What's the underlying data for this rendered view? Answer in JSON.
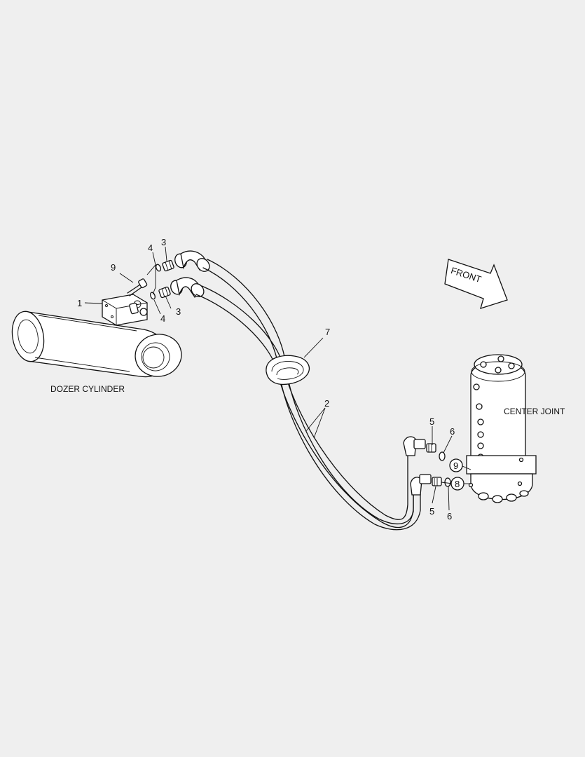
{
  "labels": {
    "dozer_cylinder": "DOZER CYLINDER",
    "center_joint": "CENTER JOINT",
    "front": "FRONT"
  },
  "callouts": {
    "c1": "1",
    "c2": "2",
    "c3a": "3",
    "c3b": "3",
    "c4a": "4",
    "c4b": "4",
    "c5a": "5",
    "c5b": "5",
    "c6a": "6",
    "c6b": "6",
    "c7": "7",
    "c8": "8",
    "c9a": "9",
    "c9b": "9"
  }
}
